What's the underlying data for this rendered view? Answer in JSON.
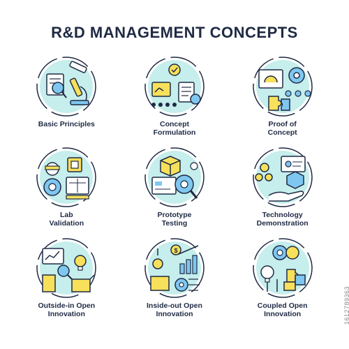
{
  "title": "R&D MANAGEMENT CONCEPTS",
  "colors": {
    "accent_cyan": "#9fe3e0",
    "accent_yellow": "#f7e05a",
    "accent_blue": "#7fc7f0",
    "outline": "#1f2a44"
  },
  "concepts": [
    {
      "label_lines": [
        "Basic Principles"
      ],
      "icon": "microscope-document-icon"
    },
    {
      "label_lines": [
        "Concept",
        "Formulation"
      ],
      "icon": "team-idea-icon"
    },
    {
      "label_lines": [
        "Proof of",
        "Concept"
      ],
      "icon": "dashboard-puzzle-icon"
    },
    {
      "label_lines": [
        "Lab",
        "Validation"
      ],
      "icon": "engineer-chip-icon"
    },
    {
      "label_lines": [
        "Prototype",
        "Testing"
      ],
      "icon": "cube-magnifier-icon"
    },
    {
      "label_lines": [
        "Technology",
        "Demonstration"
      ],
      "icon": "presentation-hand-icon"
    },
    {
      "label_lines": [
        "Outside-in Open",
        "Innovation"
      ],
      "icon": "box-bulb-inward-icon"
    },
    {
      "label_lines": [
        "Inside-out Open",
        "Innovation"
      ],
      "icon": "bulb-box-outward-icon"
    },
    {
      "label_lines": [
        "Coupled Open",
        "Innovation"
      ],
      "icon": "gear-puzzle-bulb-icon"
    }
  ],
  "watermark": "1612789363"
}
